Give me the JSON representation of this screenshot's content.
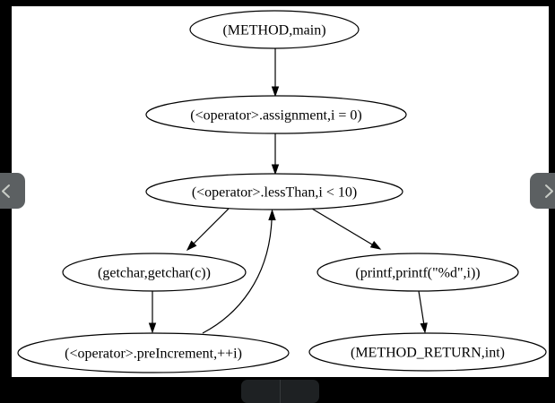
{
  "viewer": {
    "page_background": "#000000",
    "canvas_background": "#ffffff",
    "nav": {
      "prev_icon": "chevron-left-icon",
      "next_icon": "chevron-right-icon",
      "button_color": "#5c6062",
      "chevron_color": "#c8ccc6"
    },
    "bottom_toolbar_color": "#1e2123"
  },
  "graph": {
    "type": "directed-graph",
    "direction": "top-down",
    "node_fill": "#ffffff",
    "stroke_color": "#000000",
    "nodes": [
      {
        "id": "method-main",
        "label": "(METHOD,main)"
      },
      {
        "id": "assignment",
        "label": "(<operator>.assignment,i = 0)"
      },
      {
        "id": "less-than",
        "label": "(<operator>.lessThan,i < 10)"
      },
      {
        "id": "getchar",
        "label": "(getchar,getchar(c))"
      },
      {
        "id": "printf",
        "label": "(printf,printf(\"%d\",i))"
      },
      {
        "id": "pre-increment",
        "label": "(<operator>.preIncrement,++i)"
      },
      {
        "id": "method-return",
        "label": "(METHOD_RETURN,int)"
      }
    ],
    "edges": [
      {
        "from": "method-main",
        "to": "assignment"
      },
      {
        "from": "assignment",
        "to": "less-than"
      },
      {
        "from": "less-than",
        "to": "getchar"
      },
      {
        "from": "less-than",
        "to": "printf"
      },
      {
        "from": "getchar",
        "to": "pre-increment"
      },
      {
        "from": "pre-increment",
        "to": "less-than"
      },
      {
        "from": "printf",
        "to": "method-return"
      }
    ]
  }
}
